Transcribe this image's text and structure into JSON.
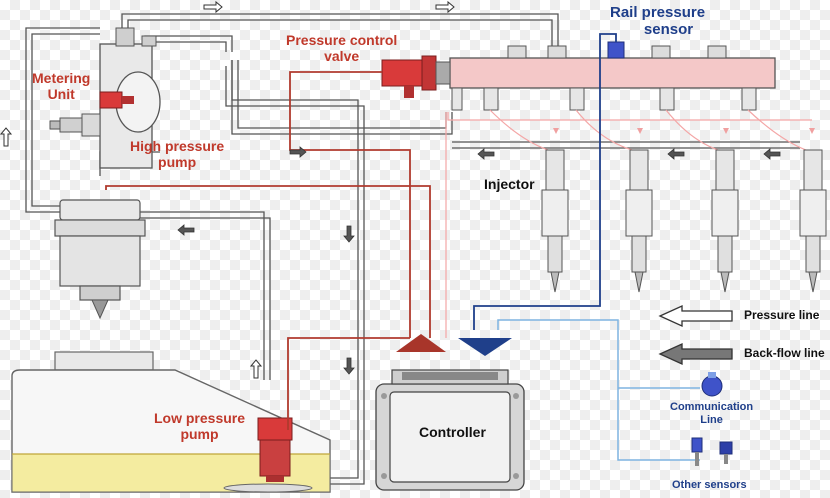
{
  "labels": {
    "rail_pressure_sensor": [
      "Rail pressure",
      "sensor"
    ],
    "pressure_control_valve": [
      "Pressure control",
      "valve"
    ],
    "metering_unit": [
      "Metering",
      "Unit"
    ],
    "high_pressure_pump": [
      "High pressure",
      "pump"
    ],
    "injector": "Injector",
    "low_pressure_pump": [
      "Low pressure",
      "pump"
    ],
    "controller": "Controller",
    "pressure_line": "Pressure line",
    "back_flow_line": "Back-flow line",
    "communication_line": [
      "Communication",
      "Line"
    ],
    "other_sensors": "Other sensors"
  },
  "colors": {
    "pressure_red": "#b03a2e",
    "sensor_blue": "#1f3f8a",
    "light_blue": "#7fb3e0",
    "pipe_grey": "#555555",
    "fuel_yellow": "#f4eca0"
  }
}
